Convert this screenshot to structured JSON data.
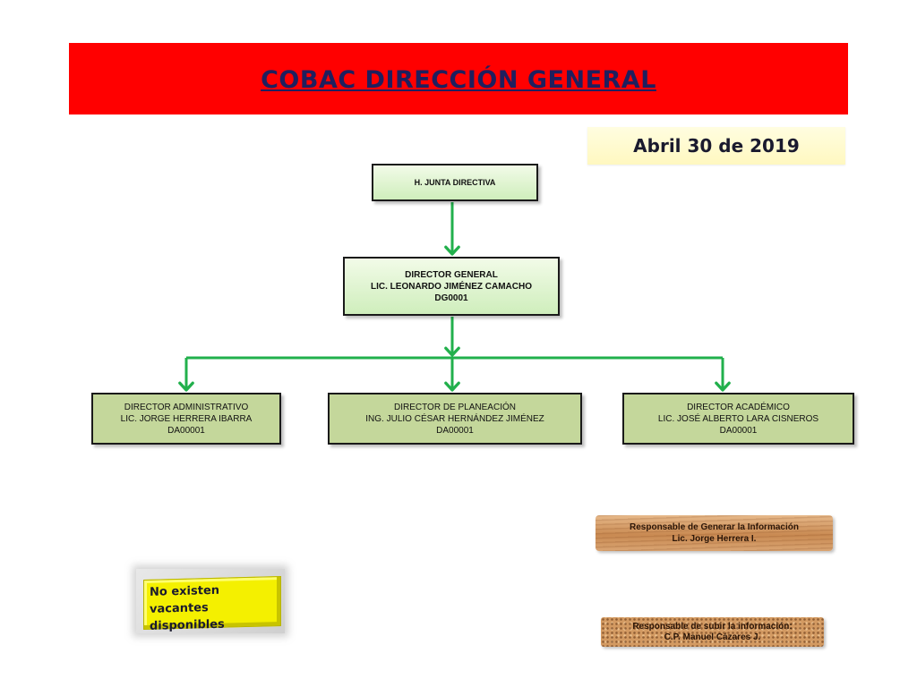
{
  "header": {
    "title": "COBAC  DIRECCIÓN GENERAL"
  },
  "date": "Abril 30 de 2019",
  "org": {
    "junta": {
      "line1": "H. JUNTA DIRECTIVA"
    },
    "director_general": {
      "line1": "DIRECTOR GENERAL",
      "line2": "LIC. LEONARDO JIMÉNEZ CAMACHO",
      "line3": "DG0001"
    },
    "subordinates": [
      {
        "line1": "DIRECTOR ADMINISTRATIVO",
        "line2": "LIC. JORGE HERRERA IBARRA",
        "line3": "DA00001"
      },
      {
        "line1": "DIRECTOR DE PLANEACIÓN",
        "line2": "ING. JULIO CÉSAR HERNÁNDEZ JIMÉNEZ",
        "line3": "DA00001"
      },
      {
        "line1": "DIRECTOR  ACADÉMICO",
        "line2": "LIC. JOSÉ ALBERTO LARA CISNEROS",
        "line3": "DA00001"
      }
    ]
  },
  "notes": {
    "generar": {
      "line1": "Responsable de Generar la Información",
      "line2": "Lic. Jorge Herrera I."
    },
    "subir": {
      "line1": "Responsable de subir la información:",
      "line2": "C.P. Manuel Cázares J."
    }
  },
  "vacantes": {
    "line1": "No existen vacantes",
    "line2": "disponibles"
  },
  "colors": {
    "banner": "#ff0000",
    "title": "#1f1f5e",
    "connector": "#22b04c",
    "box_olive": "#c4d79b",
    "box_light": "#dff5d0",
    "vacantes": "#f4f000"
  }
}
